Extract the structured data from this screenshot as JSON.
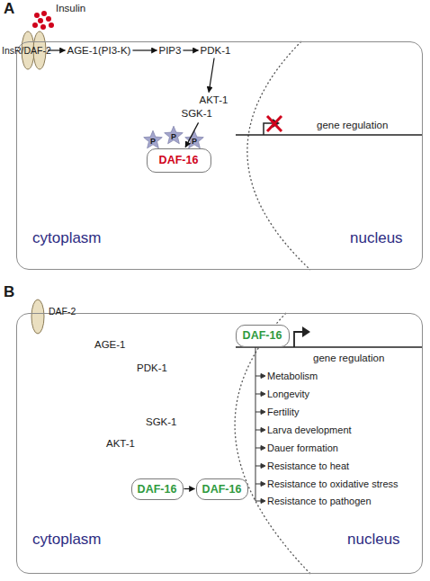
{
  "diagram": {
    "nodes": [
      {
        "text": [
          "InsR/DAF-2"
        ]
      },
      {
        "text": [
          "cytoplasm",
          "nucleus"
        ]
      },
      {
        "text": [
          "AGE-1(PI3-K)"
        ],
        "in": 1
      },
      {
        "text": [
          "PIP3"
        ],
        "in": 1
      },
      {
        "text": [
          "PDK-1"
        ],
        "in": 1
      },
      {
        "text": [
          "AKT-1",
          "SGK-1"
        ],
        "in": 1
      },
      {
        "text": [
          "DAF-16"
        ],
        "in": 1
      },
      {
        "text": [
          "DAF-2"
        ]
      },
      {
        "text": [
          "cytoplasm",
          "nucleus"
        ]
      },
      {
        "text": [
          "DAF-16"
        ],
        "in": 8
      },
      {
        "text": [
          "DAF-16"
        ],
        "in": 8
      },
      {
        "text": [
          "DAF-16"
        ],
        "in": 8
      }
    ],
    "edges": [
      {
        "from": 0,
        "to": 2,
        "arrow": "to"
      },
      {
        "from": 2,
        "to": 3,
        "arrow": "to"
      },
      {
        "from": 3,
        "to": 4,
        "arrow": "to"
      },
      {
        "from": 4,
        "to": 5,
        "arrow": "to"
      },
      {
        "from": 5,
        "to": 6,
        "arrow": "to"
      },
      {
        "from": 10,
        "to": 11,
        "arrow": "to"
      }
    ],
    "labels": [
      "A",
      "Insulin",
      "P",
      "P",
      "P",
      "gene regulation",
      "B",
      "AGE-1",
      "PDK-1",
      "SGK-1",
      "AKT-1",
      "gene regulation",
      "Metabolism",
      "Longevity",
      "Fertility",
      "Larva development",
      "Dauer formation",
      "Resistance to heat",
      "Resistance to oxidative stress",
      "Resistance to pathogen"
    ]
  }
}
